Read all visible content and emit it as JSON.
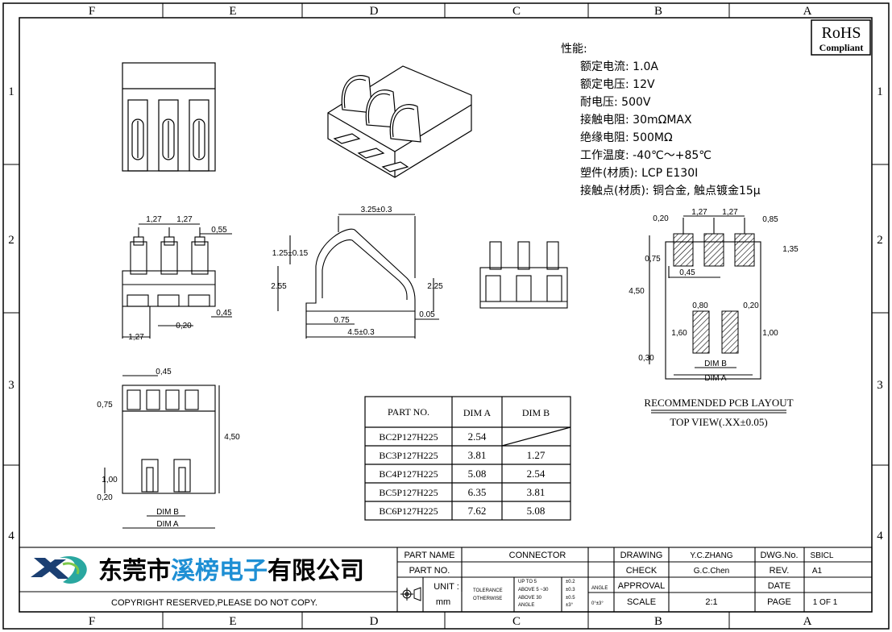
{
  "frame": {
    "col_labels": [
      "F",
      "E",
      "D",
      "C",
      "B",
      "A"
    ],
    "row_labels": [
      "1",
      "2",
      "3",
      "4"
    ]
  },
  "rohs": {
    "title": "RoHS",
    "subtitle": "Compliant"
  },
  "specs": {
    "heading": "性能:",
    "lines": [
      "额定电流: 1.0A",
      "额定电压: 12V",
      "耐电压: 500V",
      "接触电阻: 30mΩMAX",
      "绝缘电阻: 500MΩ",
      "工作温度: -40℃～+85℃",
      "塑件(材质): LCP E130I",
      "接触点(材质): 铜合金, 触点镀金15μ"
    ]
  },
  "front_view": {
    "dim_pitch_1": "1,27",
    "dim_pitch_2": "1,27",
    "dim_top": "0,55",
    "dim_right": "0,45",
    "dim_mid": "0,20",
    "dim_left": "1,27"
  },
  "side_view": {
    "dim_top": "3.25±0.3",
    "dim_upper": "1.25±0.15",
    "dim_left": "2.55",
    "dim_right": "2.25",
    "dim_small": "0.05",
    "dim_foot": "0.75",
    "dim_length": "4.5±0.3"
  },
  "pcb_layout": {
    "dim_020": "0,20",
    "dim_127a": "1,27",
    "dim_127b": "1,27",
    "dim_085": "0,85",
    "dim_075": "0,75",
    "dim_135": "1,35",
    "dim_045": "0,45",
    "dim_450": "4,50",
    "dim_080": "0,80",
    "dim_020b": "0,20",
    "dim_160": "1,60",
    "dim_100": "1,00",
    "dim_030": "0,30",
    "dim_b": "DIM B",
    "dim_a": "DIM A",
    "caption": "RECOMMENDED PCB LAYOUT",
    "subcaption": "TOP VIEW(.XX±0.05)"
  },
  "bottom_view": {
    "dim_045": "0,45",
    "dim_075": "0,75",
    "dim_450": "4,50",
    "dim_100": "1,00",
    "dim_020": "0,20",
    "dim_b": "DIM B",
    "dim_a": "DIM A"
  },
  "part_table": {
    "headers": [
      "PART NO.",
      "DIM A",
      "DIM B"
    ],
    "rows": [
      [
        "BC2P127H225",
        "2.54",
        ""
      ],
      [
        "BC3P127H225",
        "3.81",
        "1.27"
      ],
      [
        "BC4P127H225",
        "5.08",
        "2.54"
      ],
      [
        "BC5P127H225",
        "6.35",
        "3.81"
      ],
      [
        "BC6P127H225",
        "7.62",
        "5.08"
      ]
    ]
  },
  "title_block": {
    "company": "东莞市溪榜电子有限公司",
    "company_prefix": "东莞市",
    "company_brand": "溪榜电子",
    "company_suffix": "有限公司",
    "copyright": "COPYRIGHT RESERVED,PLEASE DO NOT COPY.",
    "part_name_label": "PART NAME",
    "part_name_value": "CONNECTOR",
    "part_no_label": "PART NO.",
    "unit_label": "UNIT :",
    "unit_value": "mm",
    "tolerance_label": "TOLERANCE",
    "otherwise_label": "OTHERWISE",
    "tol_up": "UP TO 5",
    "tol_up_val": "±0.2",
    "tol_mid": "ABOVE 5 ~30",
    "tol_mid_val": "±0.3",
    "tol_high": "ABOVE 30",
    "tol_high_val": "±0.5",
    "tol_angle": "ANGLE",
    "tol_angle_val": "±3°",
    "angle_label": "ANGLE",
    "angle_value": "0°±3°",
    "drawing_label": "DRAWING",
    "drawing_value": "Y.C.ZHANG",
    "check_label": "CHECK",
    "check_value": "G.C.Chen",
    "approval_label": "APPROVAL",
    "scale_label": "SCALE",
    "scale_value": "2:1",
    "dwg_label": "DWG.No.",
    "dwg_value": "SBICL",
    "rev_label": "REV.",
    "rev_value": "A1",
    "date_label": "DATE",
    "page_label": "PAGE",
    "page_value": "1 OF 1"
  }
}
